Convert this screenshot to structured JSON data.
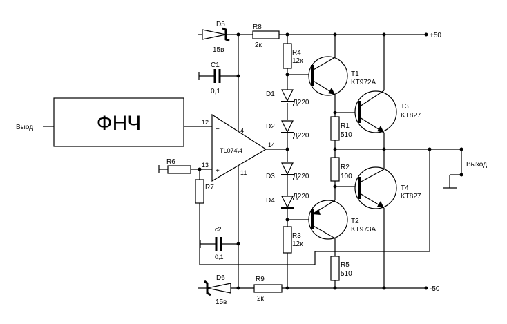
{
  "filter_block": {
    "label": "ФНЧ"
  },
  "input_label": "Выод",
  "output_label": "Выход",
  "rails": {
    "positive": "+50",
    "negative": "-50"
  },
  "opamp": {
    "name": "TL074\\4",
    "pin_inv": "12",
    "pin_noninv": "13",
    "pin_out": "14",
    "pin_vplus": "4",
    "pin_vminus": "11",
    "sign_minus": "−",
    "sign_plus": "+"
  },
  "components": {
    "D5": {
      "ref": "D5",
      "value": "15в"
    },
    "D6": {
      "ref": "D6",
      "value": "15в"
    },
    "R8": {
      "ref": "R8",
      "value": "2к"
    },
    "R9": {
      "ref": "R9",
      "value": "2к"
    },
    "R4": {
      "ref": "R4",
      "value": "12к"
    },
    "R3": {
      "ref": "R3",
      "value": "12к"
    },
    "C1": {
      "ref": "C1",
      "value": "0,1"
    },
    "C2": {
      "ref": "c2",
      "value": "0,1"
    },
    "D1": {
      "ref": "D1",
      "value": "Д220"
    },
    "D2": {
      "ref": "D2",
      "value": "Д220"
    },
    "D3": {
      "ref": "D3",
      "value": "Д220"
    },
    "D4": {
      "ref": "D4",
      "value": "Д220"
    },
    "R1": {
      "ref": "R1",
      "value": "510"
    },
    "R2": {
      "ref": "R2",
      "value": "100"
    },
    "R5": {
      "ref": "R5",
      "value": "510"
    },
    "R6": {
      "ref": "R6"
    },
    "R7": {
      "ref": "R7"
    },
    "T1": {
      "ref": "T1",
      "value": "KT972A"
    },
    "T2": {
      "ref": "T2",
      "value": "KT973A"
    },
    "T3": {
      "ref": "T3",
      "value": "KT827"
    },
    "T4": {
      "ref": "T4",
      "value": "KT827"
    }
  }
}
